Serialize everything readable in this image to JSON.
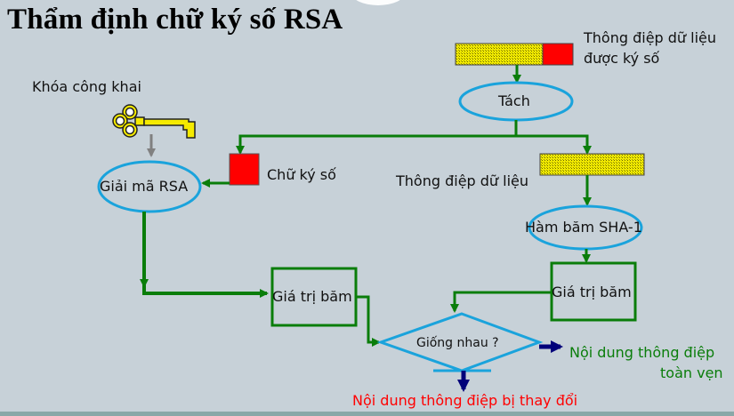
{
  "title": "Thẩm định chữ ký số RSA",
  "labels": {
    "public_key": "Khóa công khai",
    "signed_message": [
      "Thông điệp dữ liệu",
      "được ký số"
    ],
    "split": "Tách",
    "digital_signature": "Chữ ký số",
    "data_message": "Thông điệp dữ liệu",
    "rsa_decrypt": "Giải mã RSA",
    "hash_function": "Hàm băm SHA-1",
    "hash_value_left": "Giá trị băm",
    "hash_value_right": "Giá trị băm",
    "compare": "Giống nhau ?",
    "result_intact": [
      "Nội dung thông điệp",
      "toàn vẹn"
    ],
    "result_altered": "Nội dung thông điệp bị thay đổi"
  },
  "colors": {
    "background": "#c7d1d8",
    "flow_arrow": "#0a7d0a",
    "ellipse_stroke": "#1aa3dc",
    "data_fill": "#e8e000",
    "signature_fill": "#ff0000",
    "decision_arrow": "#00007a",
    "intact_text": "#0a7d0a",
    "altered_text": "#ff0000",
    "key_fill": "#f5ea00",
    "key_arrow": "#808080"
  }
}
